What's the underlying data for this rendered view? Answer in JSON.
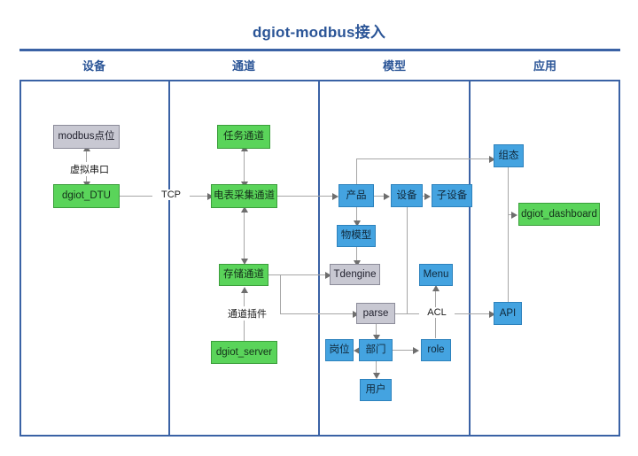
{
  "title": "dgiot-modbus接入",
  "colors": {
    "frame": "#3a62a5",
    "title": "#2b5597",
    "green": "#5ad45a",
    "blue": "#44a3e0",
    "gray": "#c8c8d2",
    "line": "#a6a6a6"
  },
  "columns": [
    {
      "label": "设备"
    },
    {
      "label": "通道"
    },
    {
      "label": "模型"
    },
    {
      "label": "应用"
    }
  ],
  "nodes": {
    "modbus_point": "modbus点位",
    "dgiot_dtu": "dgiot_DTU",
    "task_channel": "任务通道",
    "meter_channel": "电表采集通道",
    "storage_channel": "存储通道",
    "dgiot_server": "dgiot_server",
    "product": "产品",
    "device": "设备",
    "sub_device": "子设备",
    "thing_model": "物模型",
    "tdengine": "Tdengine",
    "menu": "Menu",
    "parse": "parse",
    "post": "岗位",
    "dept": "部门",
    "role": "role",
    "user": "用户",
    "scada": "组态",
    "dgiot_dashboard": "dgiot_dashboard",
    "api": "API"
  },
  "edge_labels": {
    "virtual_serial": "虚拟串口",
    "tcp": "TCP",
    "channel_plugin": "通道插件",
    "acl": "ACL"
  }
}
